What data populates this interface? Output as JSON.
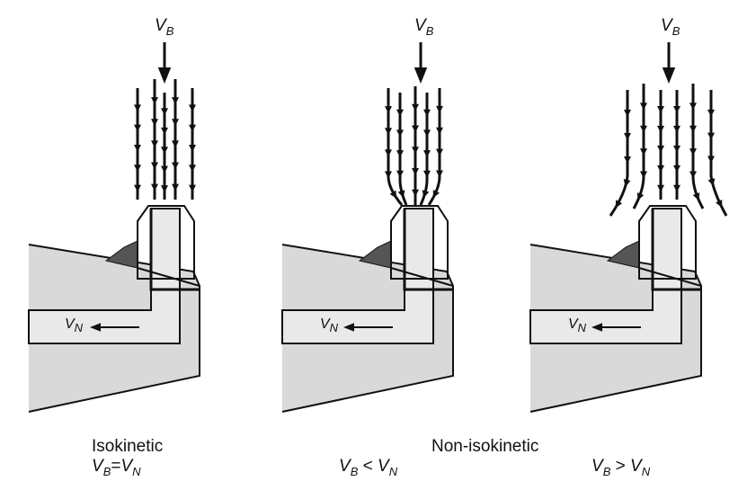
{
  "velocity_labels": {
    "free_stream": "V",
    "free_stream_sub": "B",
    "nozzle": "V",
    "nozzle_sub": "N"
  },
  "captions": {
    "isokinetic_title": "Isokinetic",
    "isokinetic_relation": "=",
    "non_isokinetic_title": "Non-isokinetic",
    "less_relation": "<",
    "greater_relation": ">"
  },
  "colors": {
    "body_fill": "#d9d9d9",
    "inner_fill": "#e9e9e9",
    "shadow": "#555555",
    "stroke": "#111111"
  }
}
